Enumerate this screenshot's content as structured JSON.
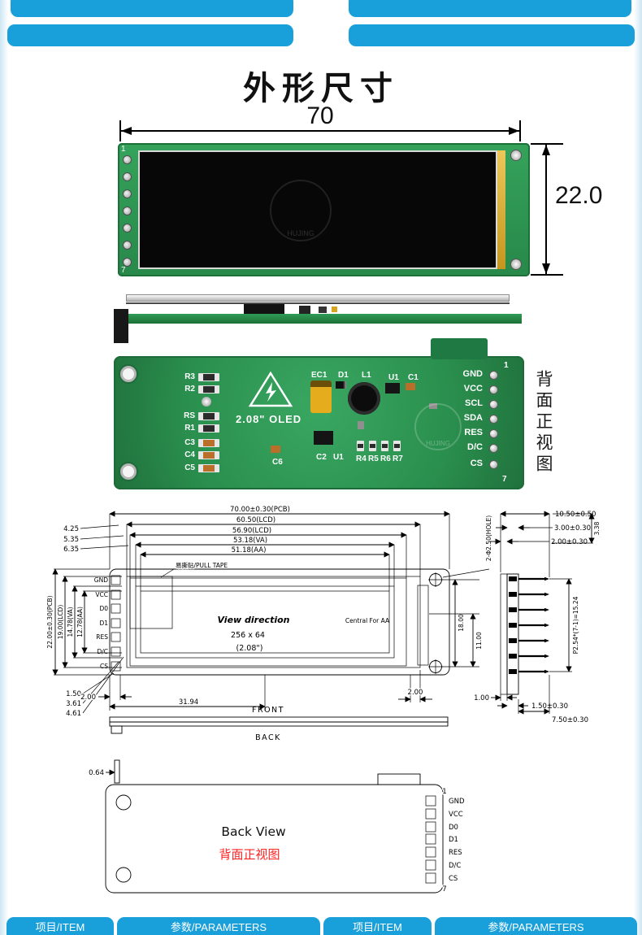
{
  "page": {
    "title": "外形尺寸"
  },
  "front_photo": {
    "dim_width": "70",
    "dim_height": "22.0",
    "pin_first": "1",
    "pin_last": "7",
    "watermark": "HUJING"
  },
  "back_photo": {
    "model": "2.08\" OLED",
    "left_refs": [
      "R3",
      "R2",
      "RS",
      "R1",
      "C3",
      "C4",
      "C5"
    ],
    "top_refs": [
      "EC1",
      "D1",
      "L1",
      "U1",
      "C1"
    ],
    "bottom_refs": [
      "C6",
      "C2",
      "U1",
      "R4",
      "R5",
      "R6",
      "R7"
    ],
    "pins": [
      "GND",
      "VCC",
      "SCL",
      "SDA",
      "RES",
      "D/C",
      "CS"
    ],
    "pin_first": "1",
    "pin_last": "7",
    "side_caption": "背面正视图",
    "watermark": "HUJING"
  },
  "drawing": {
    "top_dims": [
      "70.00±0.30(PCB)",
      "60.50(LCD)",
      "56.90(LCD)",
      "53.18(VA)",
      "51.18(AA)"
    ],
    "left_offsets": [
      "4.25",
      "5.35",
      "6.35"
    ],
    "v_dims": [
      "22.00±0.30(PCB)",
      "19.00(LCD)",
      "14.78(VA)",
      "12.78(AA)"
    ],
    "bottom_left_dims": [
      "1.50",
      "3.61",
      "4.61"
    ],
    "pins": [
      "GND",
      "VCC",
      "D0",
      "D1",
      "RES",
      "D/C",
      "CS"
    ],
    "pull_tape": "易撕贴/PULL TAPE",
    "view_direction": "View direction",
    "resolution": "256 x 64",
    "diagonal": "(2.08\")",
    "central": "Central For AA",
    "hole": "2-Φ2.50(HOLE)",
    "dim_left_2": "2.00",
    "dim_31_94": "31.94",
    "dim_right_2": "2.00",
    "dim_18": "18.00",
    "dim_11": "11.00",
    "hdr_10_50": "10.50±0.50",
    "hdr_3_00": "3.00±0.30",
    "hdr_2_00": "2.00±0.30",
    "hdr_3_38": "3.38",
    "hdr_pitch": "P2.54*(7-1)=15.24",
    "hdr_1_00": "1.00",
    "hdr_1_50": "1.50±0.30",
    "hdr_7_50": "7.50±0.30",
    "front_label": "FRONT",
    "back_label": "BACK"
  },
  "back_view": {
    "title": "Back View",
    "caption": "背面正视图",
    "dim_0_64": "0.64",
    "pins": [
      "GND",
      "VCC",
      "D0",
      "D1",
      "RES",
      "D/C",
      "CS"
    ],
    "pin_first": "1",
    "pin_last": "7"
  },
  "footer": {
    "headers": [
      "项目/ITEM",
      "参数/PARAMETERS",
      "项目/ITEM",
      "参数/PARAMETERS"
    ]
  },
  "colors": {
    "blue": "#19a0da",
    "pcb_green": "#2f9b55",
    "caption_red": "#ff2222"
  }
}
